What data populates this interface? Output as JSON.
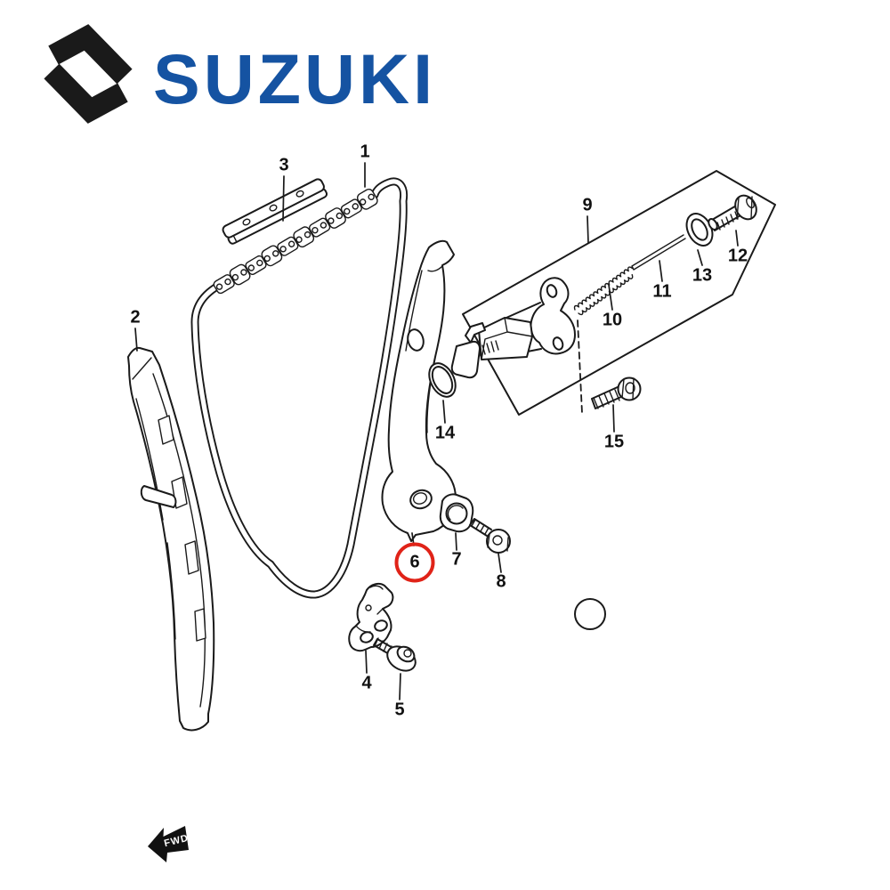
{
  "brand": {
    "wordmark": "SUZUKI"
  },
  "colors": {
    "suzuki_red": "#DF1F26",
    "suzuki_blue": "#1553A2",
    "line": "#1A1A1A",
    "highlight_red": "#E02318"
  },
  "diagram": {
    "part_numbers": [
      "1",
      "2",
      "3",
      "4",
      "5",
      "6",
      "7",
      "8",
      "9",
      "10",
      "11",
      "12",
      "13",
      "14",
      "15"
    ],
    "highlighted_part": "6",
    "fwd_label": "FWD"
  }
}
